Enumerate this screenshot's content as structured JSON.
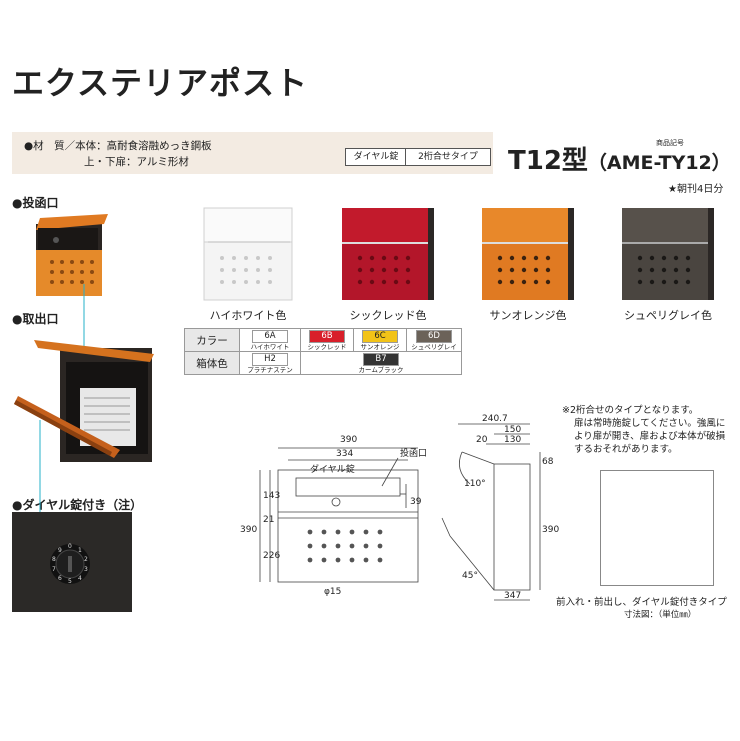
{
  "title": "エクステリアポスト",
  "spec": {
    "line1": "●材　質／本体：高耐食溶融めっき鋼板",
    "line2": "上・下扉：アルミ形材",
    "lock_tag": "ダイヤル錠",
    "type_tag": "2桁合せタイプ"
  },
  "model": {
    "name": "T12型",
    "code": "（AME-TY12）",
    "code_label": "商品記号"
  },
  "newspaper_note": "★朝刊4日分",
  "sections": {
    "slot": "●投函口",
    "takeout": "●取出口",
    "dial": "●ダイヤル錠付き（注）"
  },
  "colors": [
    {
      "name": "ハイホワイト色",
      "hex": "#f2f2f2"
    },
    {
      "name": "シックレッド色",
      "hex": "#b3162a"
    },
    {
      "name": "サンオレンジ色",
      "hex": "#d9751e"
    },
    {
      "name": "シュペリグレイ色",
      "hex": "#4a4540"
    }
  ],
  "color_table": {
    "color_label": "カラー",
    "box_label": "箱体色",
    "rows": [
      {
        "code": "6A",
        "name": "ハイホワイト",
        "hex": "#ffffff"
      },
      {
        "code": "6B",
        "name": "シックレッド",
        "hex": "#d81f2a"
      },
      {
        "code": "6C",
        "name": "サンオレンジ",
        "hex": "#f2c318"
      },
      {
        "code": "6D",
        "name": "シュペリグレイ",
        "hex": "#6b6259"
      }
    ],
    "box": [
      {
        "code": "H2",
        "name": "プラチナステン",
        "hex": "#ffffff"
      },
      {
        "code": "B7",
        "name": "カームブラック",
        "hex": "#333333"
      }
    ]
  },
  "front_dims": {
    "w390": "390",
    "w334": "334",
    "slot_label": "投函口",
    "dial_label": "ダイヤル錠",
    "h143": "143",
    "h21": "21",
    "h226": "226",
    "h390": "390",
    "h39": "39",
    "hole": "φ15"
  },
  "side_dims": {
    "d2407": "240.7",
    "d150": "150",
    "d20": "20",
    "d130": "130",
    "h68": "68",
    "ang110": "110°",
    "ang45": "45°",
    "h390": "390",
    "d347": "347"
  },
  "note": {
    "line1": "※2桁合せのタイプとなります。",
    "line2": "扉は常時施錠してください。強風に",
    "line3": "より扉が開き、扉および本体が破損",
    "line4": "するおそれがあります。"
  },
  "caption": "前入れ・前出し、ダイヤル錠付きタイプ",
  "unit": "寸法図：（単位㎜）"
}
